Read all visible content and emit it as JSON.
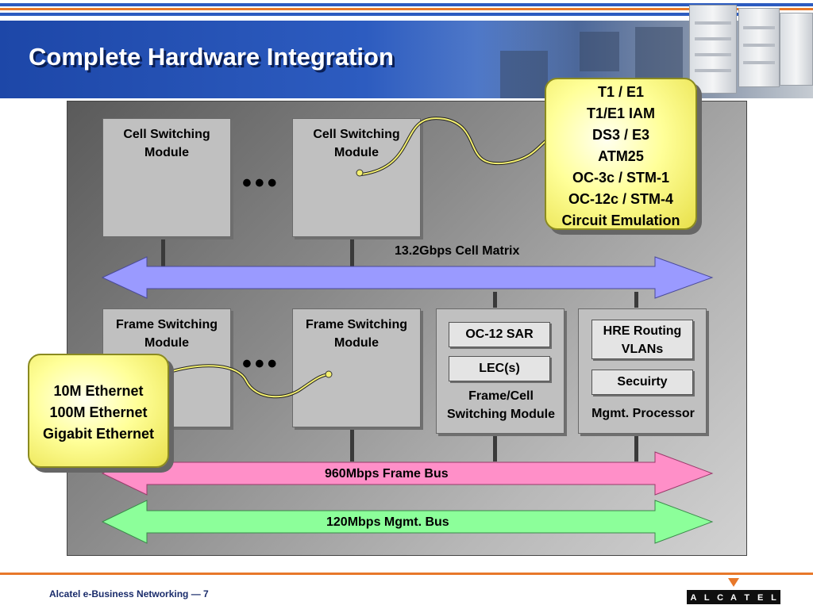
{
  "header": {
    "title": "Complete Hardware Integration",
    "colors": {
      "band": "#2d5cc0",
      "stripe": "#e8782a"
    }
  },
  "cell_modules": [
    {
      "label": "Cell Switching\nModule"
    },
    {
      "label": "Cell Switching\nModule"
    }
  ],
  "frame_modules": [
    {
      "label": "Frame Switching\nModule"
    },
    {
      "label": "Frame Switching\nModule"
    }
  ],
  "ellipsis": "•••",
  "frame_cell_module": {
    "sub_items": [
      "OC-12 SAR",
      "LEC(s)"
    ],
    "label": "Frame/Cell\nSwitching Module"
  },
  "mgmt_processor": {
    "sub_items": [
      "HRE Routing\nVLANs",
      "Secuirty"
    ],
    "label": "Mgmt. Processor"
  },
  "buses": {
    "cell_matrix": {
      "label": "13.2Gbps Cell Matrix",
      "color": "#9a9aff"
    },
    "frame_bus": {
      "label": "960Mbps Frame Bus",
      "color": "#ff8fc8"
    },
    "mgmt_bus": {
      "label": "120Mbps Mgmt. Bus",
      "color": "#8cff9a"
    }
  },
  "callouts": {
    "cell_interfaces": [
      "T1 / E1",
      "T1/E1 IAM",
      "DS3 / E3",
      "ATM25",
      "OC-3c / STM-1",
      "OC-12c / STM-4",
      "Circuit Emulation"
    ],
    "ethernet_interfaces": [
      "10M Ethernet",
      "100M Ethernet",
      "Gigabit Ethernet"
    ]
  },
  "footer": {
    "text": "Alcatel e-Business Networking — 7",
    "logo": [
      "A",
      "L",
      "C",
      "A",
      "T",
      "E",
      "L"
    ]
  }
}
